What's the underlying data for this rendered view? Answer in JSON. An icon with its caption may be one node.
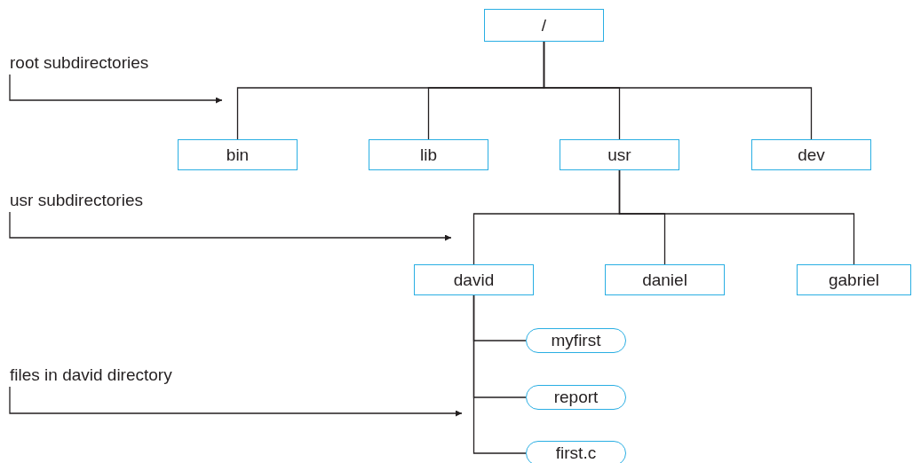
{
  "diagram": {
    "nodes": [
      {
        "text": [
          "/"
        ]
      },
      {
        "text": [
          "root subdirectories"
        ]
      },
      {
        "text": [
          "bin"
        ]
      },
      {
        "text": [
          "lib"
        ]
      },
      {
        "text": [
          "usr"
        ]
      },
      {
        "text": [
          "dev"
        ]
      },
      {
        "text": [
          "usr subdirectories"
        ]
      },
      {
        "text": [
          "david"
        ]
      },
      {
        "text": [
          "daniel"
        ]
      },
      {
        "text": [
          "gabriel"
        ]
      },
      {
        "text": [
          "myfirst"
        ]
      },
      {
        "text": [
          "files in david directory"
        ]
      },
      {
        "text": [
          "report"
        ]
      },
      {
        "text": [
          "first.c"
        ]
      }
    ],
    "edges": [
      {
        "from": 0,
        "to": 2,
        "arrow": "none"
      },
      {
        "from": 0,
        "to": 3,
        "arrow": "none"
      },
      {
        "from": 0,
        "to": 4,
        "arrow": "none"
      },
      {
        "from": 0,
        "to": 5,
        "arrow": "none"
      },
      {
        "from": 4,
        "to": 7,
        "arrow": "none"
      },
      {
        "from": 4,
        "to": 8,
        "arrow": "none"
      },
      {
        "from": 4,
        "to": 9,
        "arrow": "none"
      },
      {
        "from": 7,
        "to": 10,
        "arrow": "none"
      },
      {
        "from": 7,
        "to": 12,
        "arrow": "none"
      },
      {
        "from": 7,
        "to": 13,
        "arrow": "none"
      },
      {
        "from": 1,
        "to": null,
        "arrow": "to"
      },
      {
        "from": 6,
        "to": null,
        "arrow": "to"
      },
      {
        "from": 11,
        "to": null,
        "arrow": "to"
      }
    ]
  }
}
